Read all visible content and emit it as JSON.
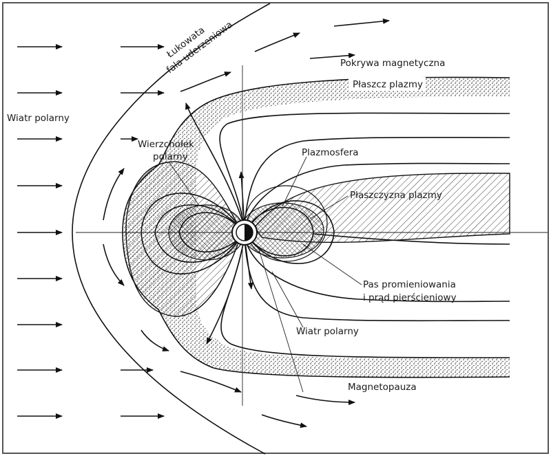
{
  "labels": {
    "bow_shock_line1": "Łukowata",
    "bow_shock_line2": "fala uderzeniowa",
    "magnetosheath": "Pokrywa magnetyczna",
    "plasma_mantle": "Płaszcz plazmy",
    "solar_wind": "Wiatr polarny",
    "polar_cusp_line1": "Wierzchołek",
    "polar_cusp_line2": "polarny",
    "plasmasphere": "Plazmosfera",
    "plasma_sheet": "Płaszczyzna plazmy",
    "radiation_belt_line1": "Pas promieniowania",
    "radiation_belt_line2": "i prąd pierścieniowy",
    "polar_wind": "Wiatr polarny",
    "magnetopause": "Magnetopauza"
  },
  "colors": {
    "ink": "#111111",
    "frame": "#555555",
    "background": "#ffffff"
  }
}
